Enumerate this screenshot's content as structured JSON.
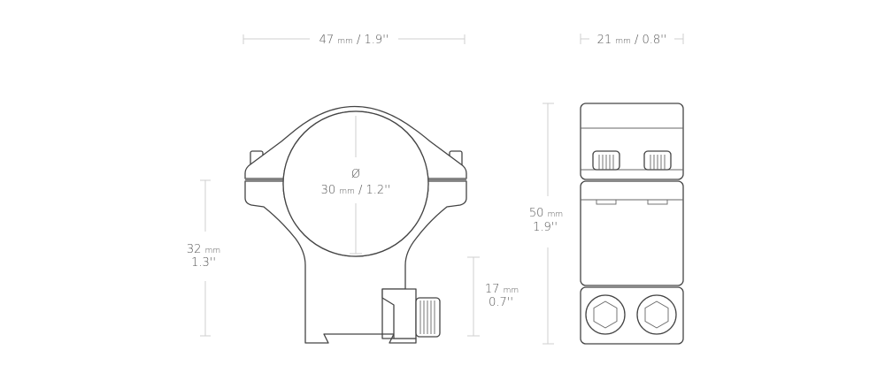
{
  "front_view": {
    "width": {
      "value": "47",
      "unit": "mm",
      "imperial": "/ 1.9''"
    },
    "diameter": {
      "symbol": "Ø",
      "value": "30",
      "unit": "mm",
      "imperial": "/ 1.2''"
    },
    "height": {
      "value": "32",
      "unit": "mm",
      "imperial": "1.3''"
    },
    "base_height": {
      "value": "17",
      "unit": "mm",
      "imperial": "0.7''"
    }
  },
  "side_view": {
    "width": {
      "value": "21",
      "unit": "mm",
      "imperial": "/ 0.8''"
    },
    "height": {
      "value": "50",
      "unit": "mm",
      "imperial": "1.9''"
    }
  },
  "colors": {
    "outline": "#444444",
    "dimension_line": "#cfcfcf",
    "text": "#555555"
  }
}
